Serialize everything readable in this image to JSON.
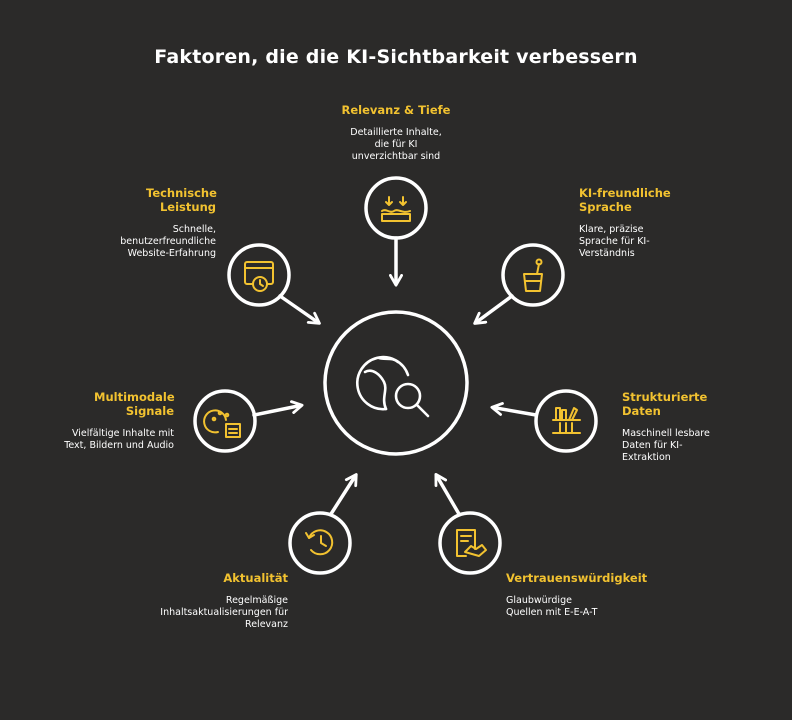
{
  "title": "Faktoren, die die KI-Sichtbarkeit verbessern",
  "colors": {
    "background": "#2b2a29",
    "accent": "#f2c230",
    "line": "#ffffff"
  },
  "center_icon": "globe-search-icon",
  "factors": [
    {
      "title": "Relevanz & Tiefe",
      "desc": "Detaillierte Inhalte, die für KI unverzichtbar sind",
      "icon": "layers-download-icon"
    },
    {
      "title": "KI-freundliche Sprache",
      "desc": "Klare, präzise Sprache für KI-Verständnis",
      "icon": "glass-drink-icon"
    },
    {
      "title": "Strukturierte Daten",
      "desc": "Maschinell lesbare Daten für KI-Extraktion",
      "icon": "bookshelf-icon"
    },
    {
      "title": "Vertrauenswürdigkeit",
      "desc": "Glaubwürdige Quellen mit E-E-A-T",
      "icon": "contract-handshake-icon"
    },
    {
      "title": "Aktualität",
      "desc": "Regelmäßige Inhaltsaktualisierungen für Relevanz",
      "icon": "history-clock-icon"
    },
    {
      "title": "Multimodale Signale",
      "desc": "Vielfältige Inhalte mit Text, Bildern und Audio",
      "icon": "palette-document-icon"
    },
    {
      "title": "Technische Leistung",
      "desc": "Schnelle, benutzerfreundliche Website-Erfahrung",
      "icon": "browser-stopwatch-icon"
    }
  ]
}
